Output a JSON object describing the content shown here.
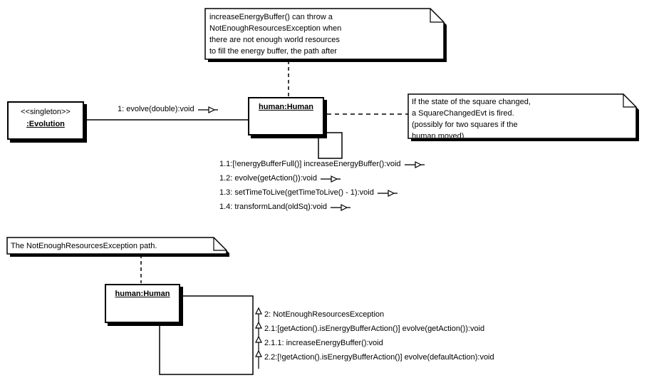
{
  "colors": {
    "line": "#000000",
    "background": "#ffffff",
    "shadow": "#000000"
  },
  "notes": {
    "energy_buffer": {
      "lines": [
        "increaseEnergyBuffer() can throw a",
        "NotEnoughResourcesException when",
        "there are not enough world resources",
        "to fill the energy buffer, the path after"
      ]
    },
    "square_changed": {
      "lines": [
        "If the state of the square changed,",
        "a SquareChangedEvt is fired.",
        "(possibly for two squares if the",
        "human moved)"
      ]
    },
    "exception_path": {
      "lines": [
        "The NotEnoughResourcesException path."
      ]
    }
  },
  "objects": {
    "evolution": {
      "stereotype": "<<singleton>>",
      "name": ":Evolution"
    },
    "human_main": {
      "name": "human:Human"
    },
    "human_exception": {
      "name": "human:Human"
    }
  },
  "messages": {
    "link": {
      "label": "1: evolve(double):void"
    },
    "self_main": [
      "1.1:[!energyBufferFull()] increaseEnergyBuffer():void",
      "1.2: evolve(getAction()):void",
      "1.3: setTimeToLive(getTimeToLive() - 1):void",
      "1.4: transformLand(oldSq):void"
    ],
    "self_exception": [
      "2: NotEnoughResourcesException",
      "2.1:[getAction().isEnergyBufferAction()] evolve(getAction()):void",
      "2.1.1: increaseEnergyBuffer():void",
      "2.2:[!getAction().isEnergyBufferAction()] evolve(defaultAction):void"
    ]
  }
}
